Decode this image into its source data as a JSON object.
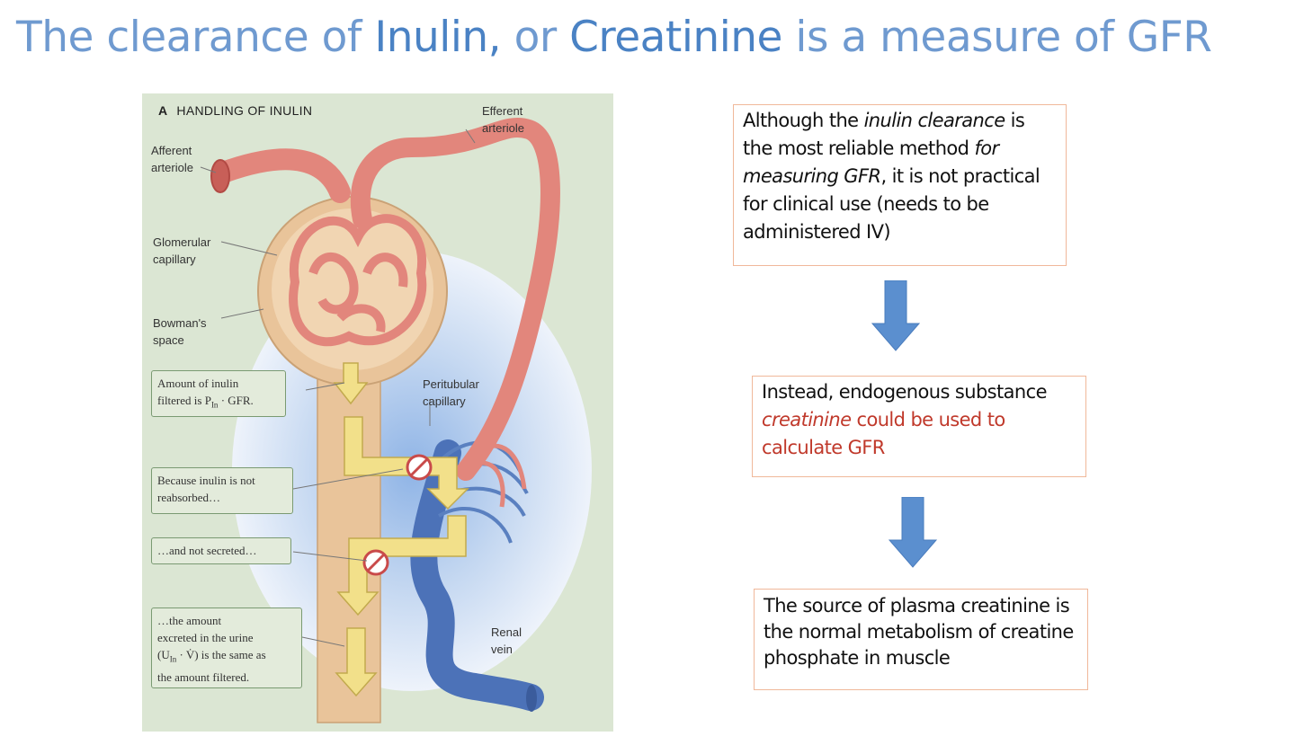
{
  "title": {
    "part1": "The clearance of ",
    "part2": "Inulin,",
    "part3": " or ",
    "part4": "Creatinine",
    "part5": " is a measure of GFR"
  },
  "figure": {
    "heading_letter": "A",
    "heading": "HANDLING OF INULIN",
    "labels": {
      "efferent": "Efferent arteriole",
      "afferent": "Afferent arteriole",
      "glomerular": "Glomerular capillary",
      "bowmans": "Bowman's space",
      "peritubular": "Peritubular capillary",
      "renal_vein": "Renal vein"
    },
    "callouts": {
      "filtered_line1": "Amount of inulin",
      "filtered_line2": "filtered is P",
      "filtered_sub": "In",
      "filtered_line2_end": " · GFR.",
      "reabsorbed": "Because inulin is not reabsorbed…",
      "secreted": "…and not secreted…",
      "excreted_line1": "…the amount",
      "excreted_line2": "excreted in the urine",
      "excreted_line3a": "(U",
      "excreted_sub": "In",
      "excreted_line3b": " · V̇) is the same as",
      "excreted_line4": "the amount filtered."
    }
  },
  "boxes": {
    "box1": {
      "t1": "Although the ",
      "t2": "inulin clearance",
      "t3": " is the most reliable method ",
      "t4": "for measuring GFR",
      "t5": ", it is not practical for clinical use (needs to be administered IV)"
    },
    "box2": {
      "t1": "Instead, endogenous substance ",
      "t2": "creatinine",
      "t3": " could be used to calculate GFR"
    },
    "box3": {
      "t1": "The source of plasma creatinine is the normal metabolism of creatine phosphate in muscle"
    }
  },
  "colors": {
    "title": "#6f9ad0",
    "arrow": "#5b8fcf",
    "box_border": "#f0b89a",
    "highlight": "#c0392b",
    "artery": "#e58a80",
    "vein": "#5a80c0",
    "tubule": "#e9c49a",
    "filtrate": "#f2e08a"
  }
}
